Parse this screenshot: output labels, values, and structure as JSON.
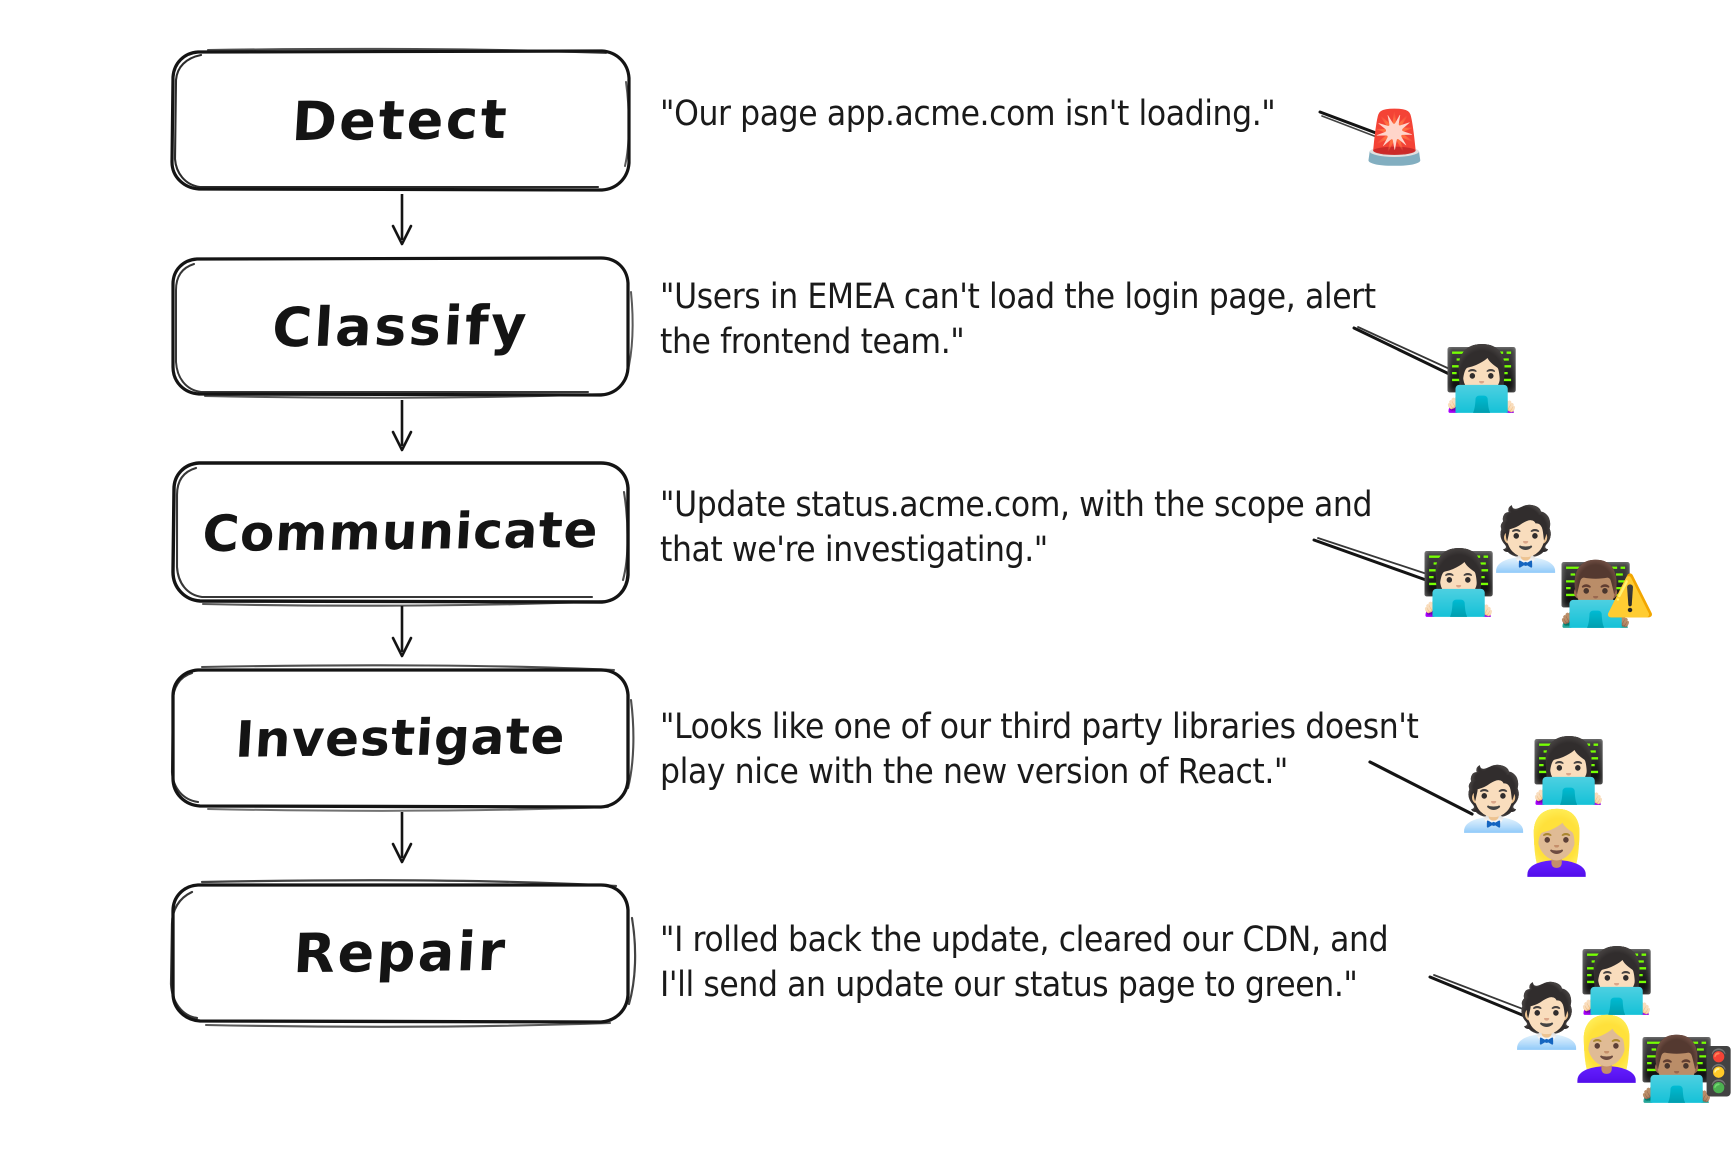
{
  "diagram": {
    "title": "Incident response process flow",
    "background_color": "#ffffff",
    "ink_color": "#141414",
    "stages": [
      {
        "id": "detect",
        "label": "Detect",
        "quote": "\"Our page app.acme.com isn't loading.\"",
        "quote_lines": [
          "\"Our page app.acme.com isn't loading.\""
        ],
        "actors": [
          {
            "name": "rotating-light",
            "glyph": "🚨",
            "size": 52
          }
        ]
      },
      {
        "id": "classify",
        "label": "Classify",
        "quote": "\"Users in EMEA can't load the login page, alert the frontend team.\"",
        "quote_lines": [
          "\"Users in EMEA can't load the login page, alert",
          "the frontend team.\""
        ],
        "actors": [
          {
            "name": "woman-technologist-dark-hair",
            "glyph": "👩🏻‍💻",
            "size": 62
          }
        ]
      },
      {
        "id": "communicate",
        "label": "Communicate",
        "quote": "\"Update status.acme.com, with the scope and that we're investigating.\"",
        "quote_lines": [
          "\"Update status.acme.com, with the scope and",
          "that we're investigating.\""
        ],
        "actors": [
          {
            "name": "woman-technologist-dark-hair",
            "glyph": "👩🏻‍💻",
            "size": 62
          },
          {
            "name": "office-worker",
            "glyph": "🧑🏻‍💼",
            "size": 62
          },
          {
            "name": "man-technologist-brown-hair",
            "glyph": "👨🏽‍💻",
            "size": 62
          },
          {
            "name": "warning-sign",
            "glyph": "⚠️",
            "size": 40
          }
        ]
      },
      {
        "id": "investigate",
        "label": "Investigate",
        "quote": "\"Looks like one of our third party libraries doesn't play nice with the new version of React.\"",
        "quote_lines": [
          "\"Looks like one of our third party libraries doesn't",
          "play nice with the new version of React.\""
        ],
        "actors": [
          {
            "name": "office-worker",
            "glyph": "🧑🏻‍💼",
            "size": 62
          },
          {
            "name": "woman-technologist-dark-hair",
            "glyph": "👩🏻‍💻",
            "size": 62
          },
          {
            "name": "woman-technologist-blonde",
            "glyph": "👱🏼‍♀️",
            "size": 62
          }
        ]
      },
      {
        "id": "repair",
        "label": "Repair",
        "quote": "\"I rolled back the update, cleared our CDN, and I'll send an update our status page to green.\"",
        "quote_lines": [
          "\"I rolled back the update, cleared our CDN, and",
          "I'll send an update our status page to green.\""
        ],
        "actors": [
          {
            "name": "office-worker",
            "glyph": "🧑🏻‍💼",
            "size": 62
          },
          {
            "name": "woman-technologist-dark-hair",
            "glyph": "👩🏻‍💻",
            "size": 62
          },
          {
            "name": "woman-technologist-blonde",
            "glyph": "👱🏼‍♀️",
            "size": 62
          },
          {
            "name": "man-technologist-brown-hair",
            "glyph": "👨🏽‍💻",
            "size": 62
          },
          {
            "name": "traffic-light",
            "glyph": "🚦",
            "size": 46
          }
        ]
      }
    ],
    "connector_count": 4
  }
}
